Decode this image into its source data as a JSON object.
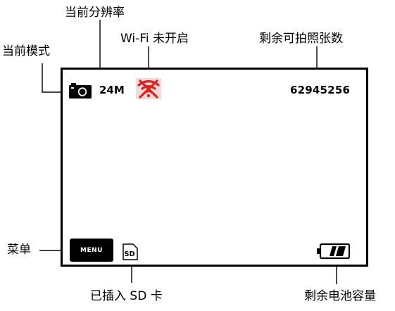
{
  "labels": {
    "current_resolution": "当前分辨率",
    "wifi_off": "Wi-Fi 未开启",
    "remaining_shots": "剩余可拍照张数",
    "current_mode": "当前模式",
    "menu": "菜单",
    "sd_inserted": "已插入 SD 卡",
    "remaining_battery": "剩余电池容量"
  },
  "screen": {
    "resolution": "24M",
    "shots_remaining": "62945256",
    "menu_label": "MENU",
    "sd_label": "SD"
  },
  "colors": {
    "wifi_off": "#e0201b",
    "wifi_bg": "#f6dada",
    "frame": "#000000"
  },
  "icons": {
    "mode": "camera-icon",
    "wifi": "wifi-off-icon",
    "sd": "sd-card-icon",
    "battery": "battery-icon"
  }
}
